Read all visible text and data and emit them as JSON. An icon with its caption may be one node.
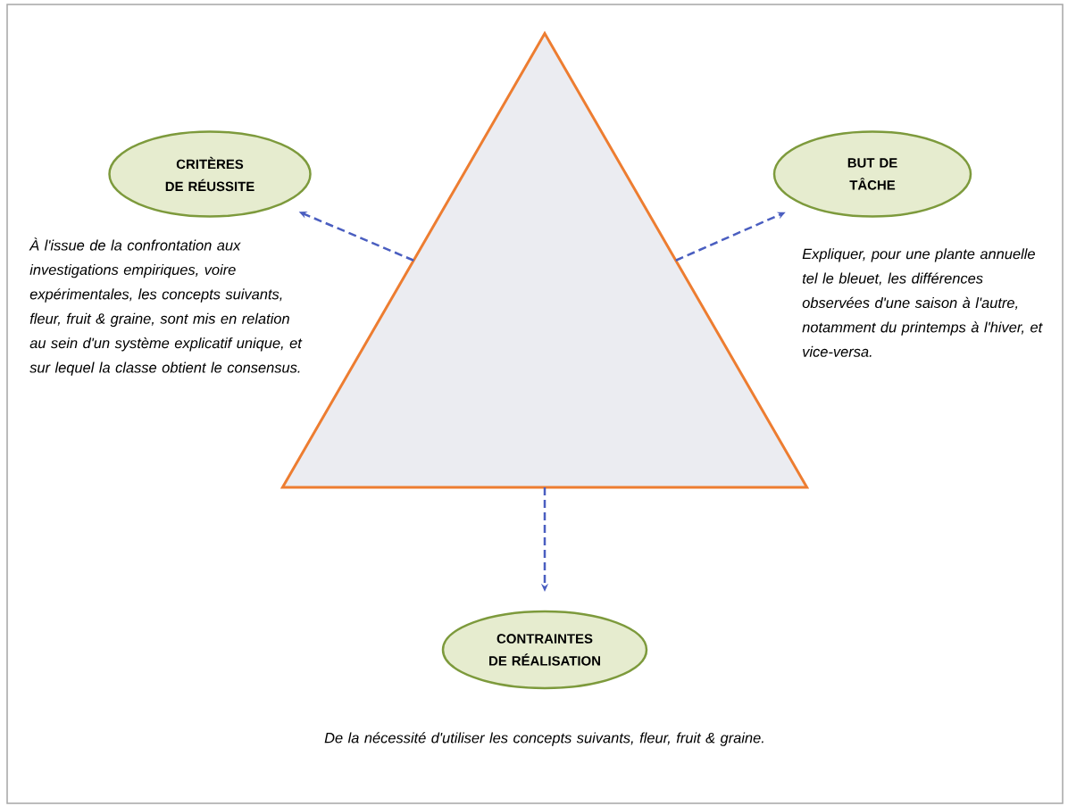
{
  "diagram": {
    "nodes": [
      {
        "text": [],
        "shape": "triangle"
      },
      {
        "text": [
          "CRITÈRES DE RÉUSSITE"
        ]
      },
      {
        "text": [
          "BUT DE TÂCHE"
        ]
      },
      {
        "text": [
          "CONTRAINTES DE RÉALISATION"
        ]
      }
    ],
    "edges": [
      {
        "from": 0,
        "to": 1,
        "arrow": "to",
        "style": "dashed"
      },
      {
        "from": 0,
        "to": 2,
        "arrow": "to",
        "style": "dashed"
      },
      {
        "from": 0,
        "to": 3,
        "arrow": "to",
        "style": "dashed"
      }
    ],
    "labels": [
      "À l'issue de la confrontation aux investigations empiriques, voire expérimentales, les concepts suivants, fleur, fruit & graine, sont mis en relation au sein d'un système explicatif unique, et sur lequel la classe obtient le consensus.",
      "Expliquer, pour une plante annuelle tel le bleuet, les différences observées d'une saison à l'autre, notamment du printemps à l'hiver, et vice-versa.",
      "De la nécessité d'utiliser les concepts suivants, fleur, fruit & graine."
    ]
  }
}
